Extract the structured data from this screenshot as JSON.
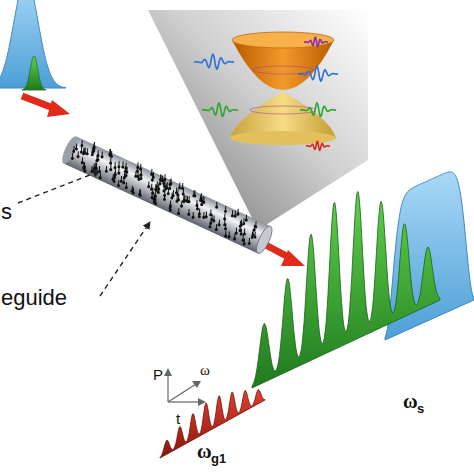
{
  "diagram": {
    "labels": [
      "s",
      "eguide",
      "P",
      "ω",
      "t",
      "ω",
      "g1",
      "ω",
      "s"
    ]
  }
}
